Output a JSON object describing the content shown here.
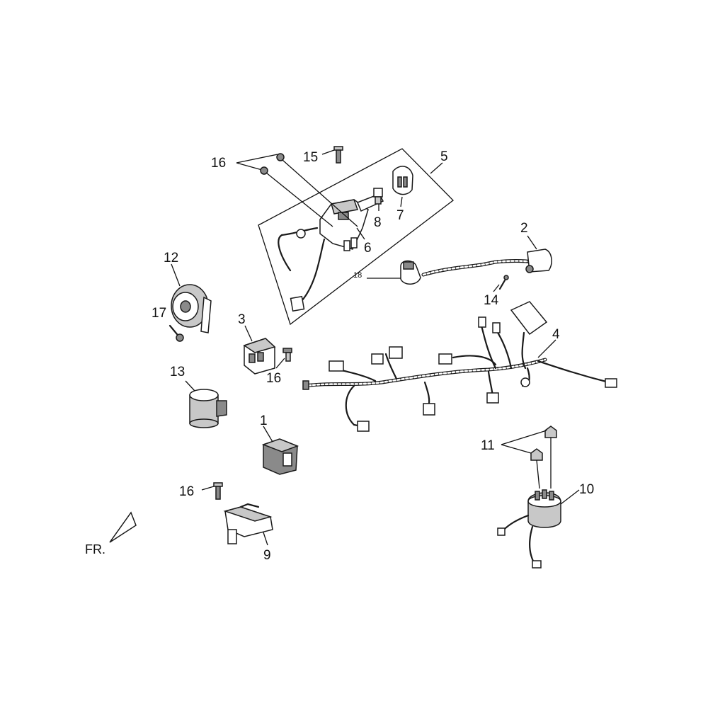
{
  "callouts": {
    "c1": "1",
    "c2": "2",
    "c3": "3",
    "c4": "4",
    "c5": "5",
    "c6": "6",
    "c7": "7",
    "c8": "8",
    "c9": "9",
    "c10": "10",
    "c11": "11",
    "c12": "12",
    "c13": "13",
    "c14": "14",
    "c15": "15",
    "c16a": "16",
    "c16b": "16",
    "c16c": "16",
    "c17": "17",
    "c18": "18"
  },
  "orientation": {
    "label": "FR."
  }
}
